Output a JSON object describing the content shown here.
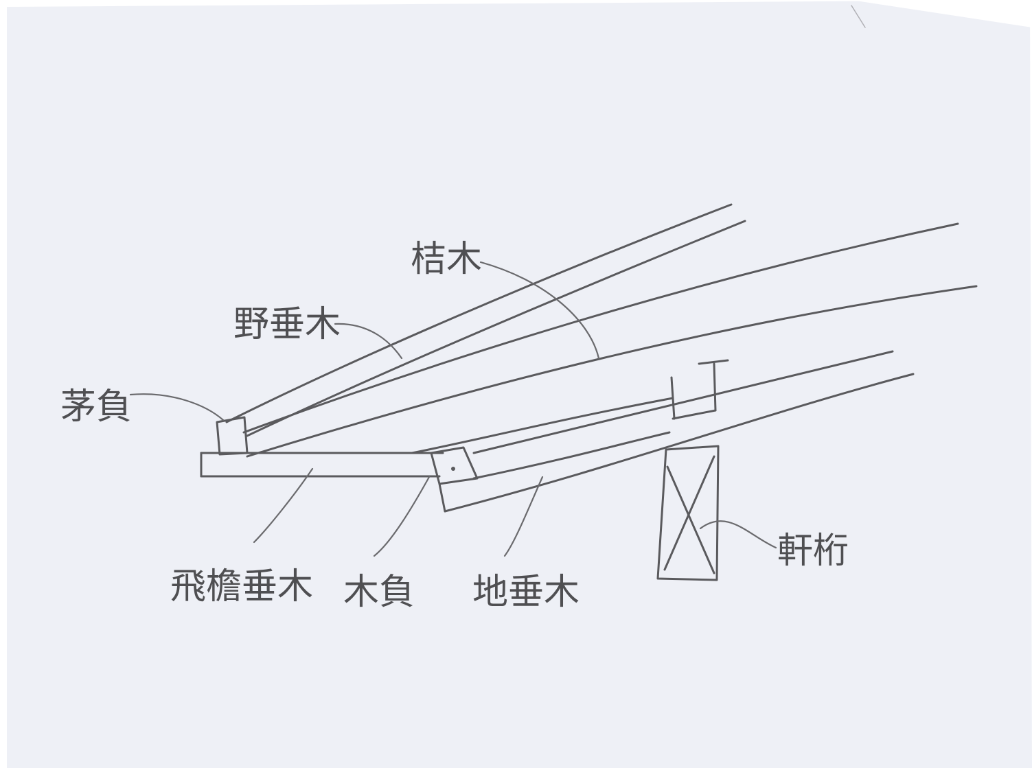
{
  "diagram": {
    "paper_color": "#eef0f6",
    "pencil_color": "#5a5a5d",
    "labels": {
      "taruki": "桔木",
      "nodaruki": "野垂木",
      "kayaoi": "茅負",
      "hiendaruki": "飛檐垂木",
      "kioi": "木負",
      "jidaruki": "地垂木",
      "nokigeta": "軒桁"
    }
  }
}
